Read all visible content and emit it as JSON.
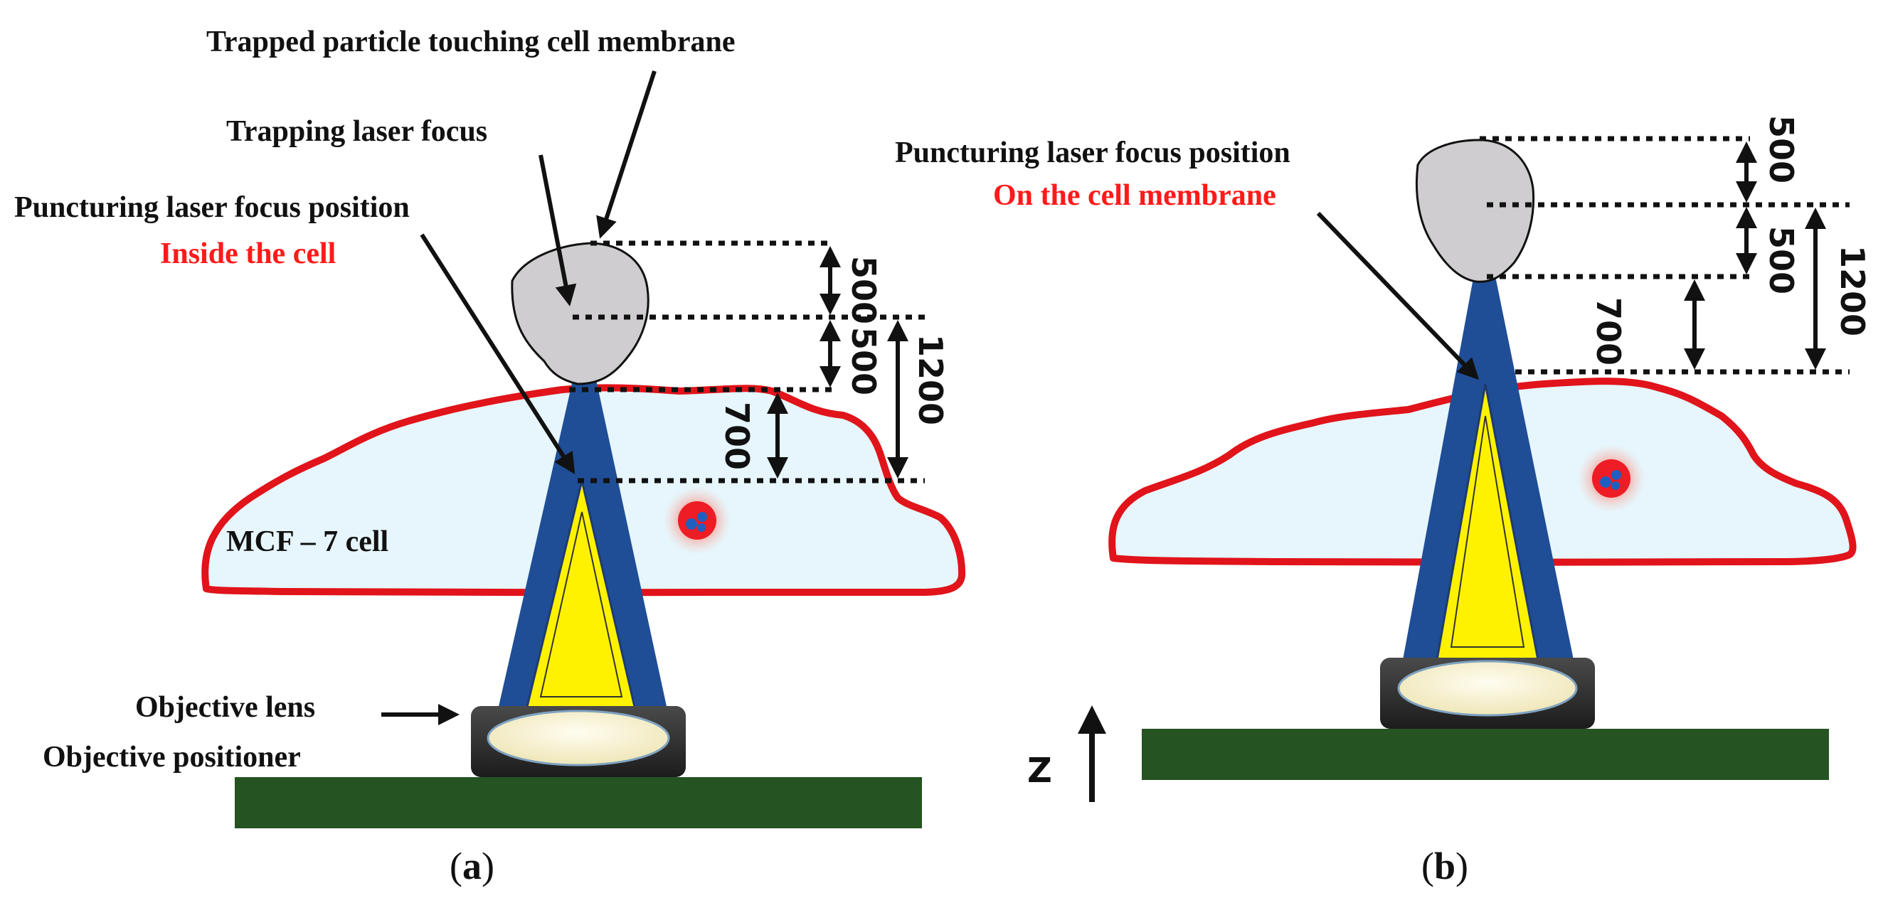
{
  "panel_a": {
    "label_particle": "Trapped particle touching cell membrane",
    "label_trap_focus": "Trapping laser focus",
    "label_puncture_focus": "Puncturing laser focus position",
    "label_puncture_location": "Inside the cell",
    "label_cell": "MCF – 7 cell",
    "label_objective_lens": "Objective lens",
    "label_objective_positioner": "Objective positioner",
    "dim_top": "500",
    "dim_middle": "500",
    "dim_inner": "700",
    "dim_total": "1200",
    "caption_open": "(",
    "caption_letter": "a",
    "caption_close": ")"
  },
  "panel_b": {
    "label_puncture_focus": "Puncturing laser focus position",
    "label_puncture_location": "On the cell membrane",
    "dim_top": "500",
    "dim_middle": "500",
    "dim_inner": "700",
    "dim_total": "1200",
    "axis_label": "Z",
    "caption_open": "(",
    "caption_letter": "b",
    "caption_close": ")"
  },
  "colors": {
    "cell_fill": "#e6f6fc",
    "cell_membrane": "#e0141a",
    "laser_trapping": "#1f4e96",
    "laser_puncturing": "#fff200",
    "particle": "#cfcdcf",
    "stage": "#255322",
    "objective_body": "#2f2f2f",
    "objective_lens": "#fbf6dd",
    "red_text": "#ff1a1a",
    "nucleus": "#ee1c25"
  }
}
